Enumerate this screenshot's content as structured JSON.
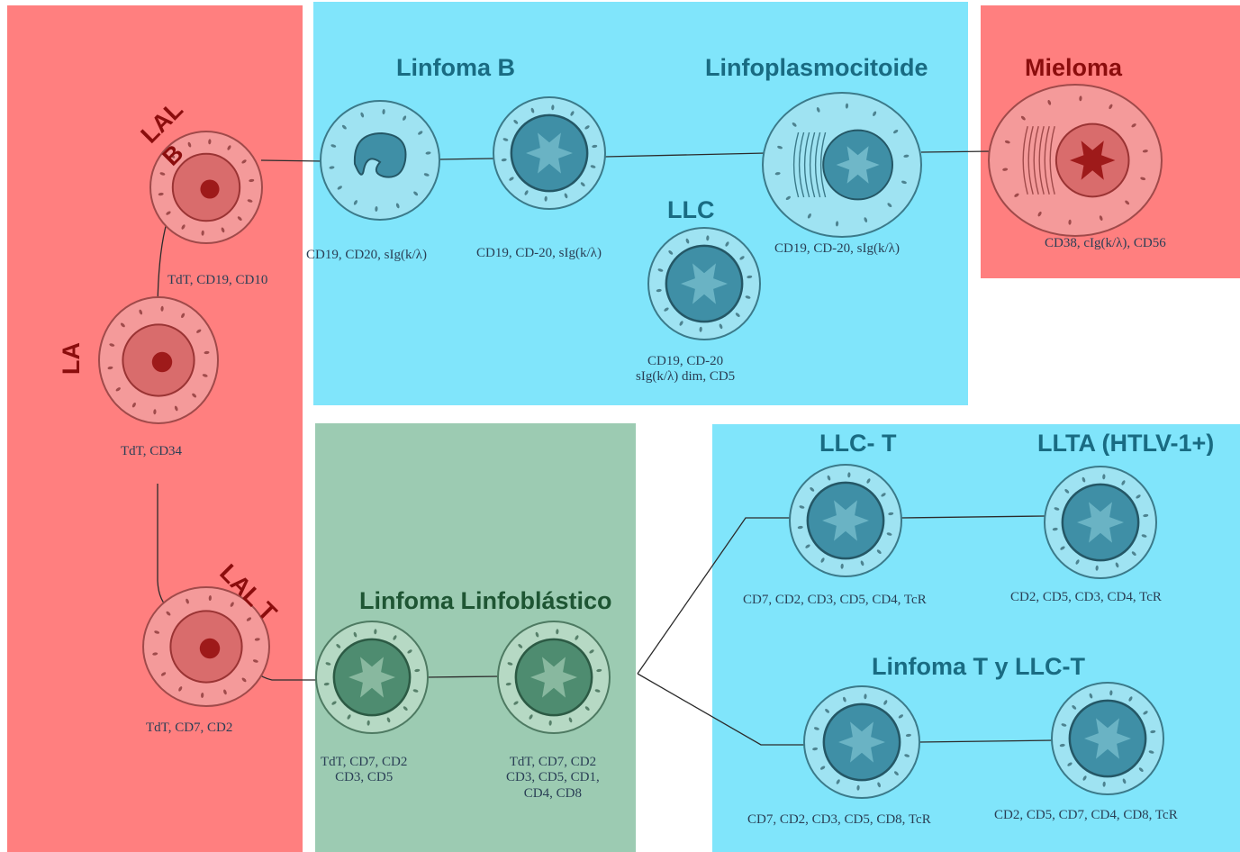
{
  "colors": {
    "red_panel": "#ff7f7f",
    "blue_panel": "#80e5fb",
    "green_panel": "#9ccbb2",
    "title_blue": "#196b82",
    "title_red": "#8b0d0d",
    "title_green": "#1e5533"
  },
  "titles": {
    "linfoma_b": "Linfoma B",
    "linfoplasmocitoide": "Linfoplasmocitoide",
    "mieloma": "Mieloma",
    "llc": "LLC",
    "llc_t": "LLC- T",
    "llta": "LLTA (HTLV-1+)",
    "linfoblastico": "Linfoma Linfoblástico",
    "linfoma_t_llc_t": "Linfoma T y LLC-T"
  },
  "rotated_labels": {
    "lal_b_line1": "LAL",
    "lal_b_line2": "B",
    "la": "LA",
    "lal_t": "LAL T"
  },
  "markers": {
    "lal_b": [
      "TdT, CD19, CD10"
    ],
    "la": [
      "TdT, CD34"
    ],
    "lal_t": [
      "TdT, CD7, CD2"
    ],
    "linfoma_b_1": [
      "CD19, CD20, sIg(k/λ)"
    ],
    "linfoma_b_2": [
      "CD19, CD-20, sIg(k/λ)"
    ],
    "llc": [
      "CD19, CD-20",
      "sIg(k/λ) dim, CD5"
    ],
    "linfoplasmocitoide": [
      "CD19, CD-20, sIg(k/λ)"
    ],
    "mieloma": [
      "CD38, cIg(k/λ), CD56"
    ],
    "linfoblastico_1": [
      "TdT, CD7, CD2",
      "CD3, CD5"
    ],
    "linfoblastico_2": [
      "TdT, CD7, CD2",
      "CD3, CD5, CD1,",
      "CD4,  CD8"
    ],
    "llc_t": [
      "CD7, CD2, CD3, CD5, CD4, TcR"
    ],
    "llta": [
      "CD2, CD5, CD3, CD4, TcR"
    ],
    "linfoma_t_1": [
      "CD7, CD2, CD3, CD5, CD8, TcR"
    ],
    "linfoma_t_2": [
      "CD2, CD5, CD7, CD4, CD8, TcR"
    ]
  }
}
